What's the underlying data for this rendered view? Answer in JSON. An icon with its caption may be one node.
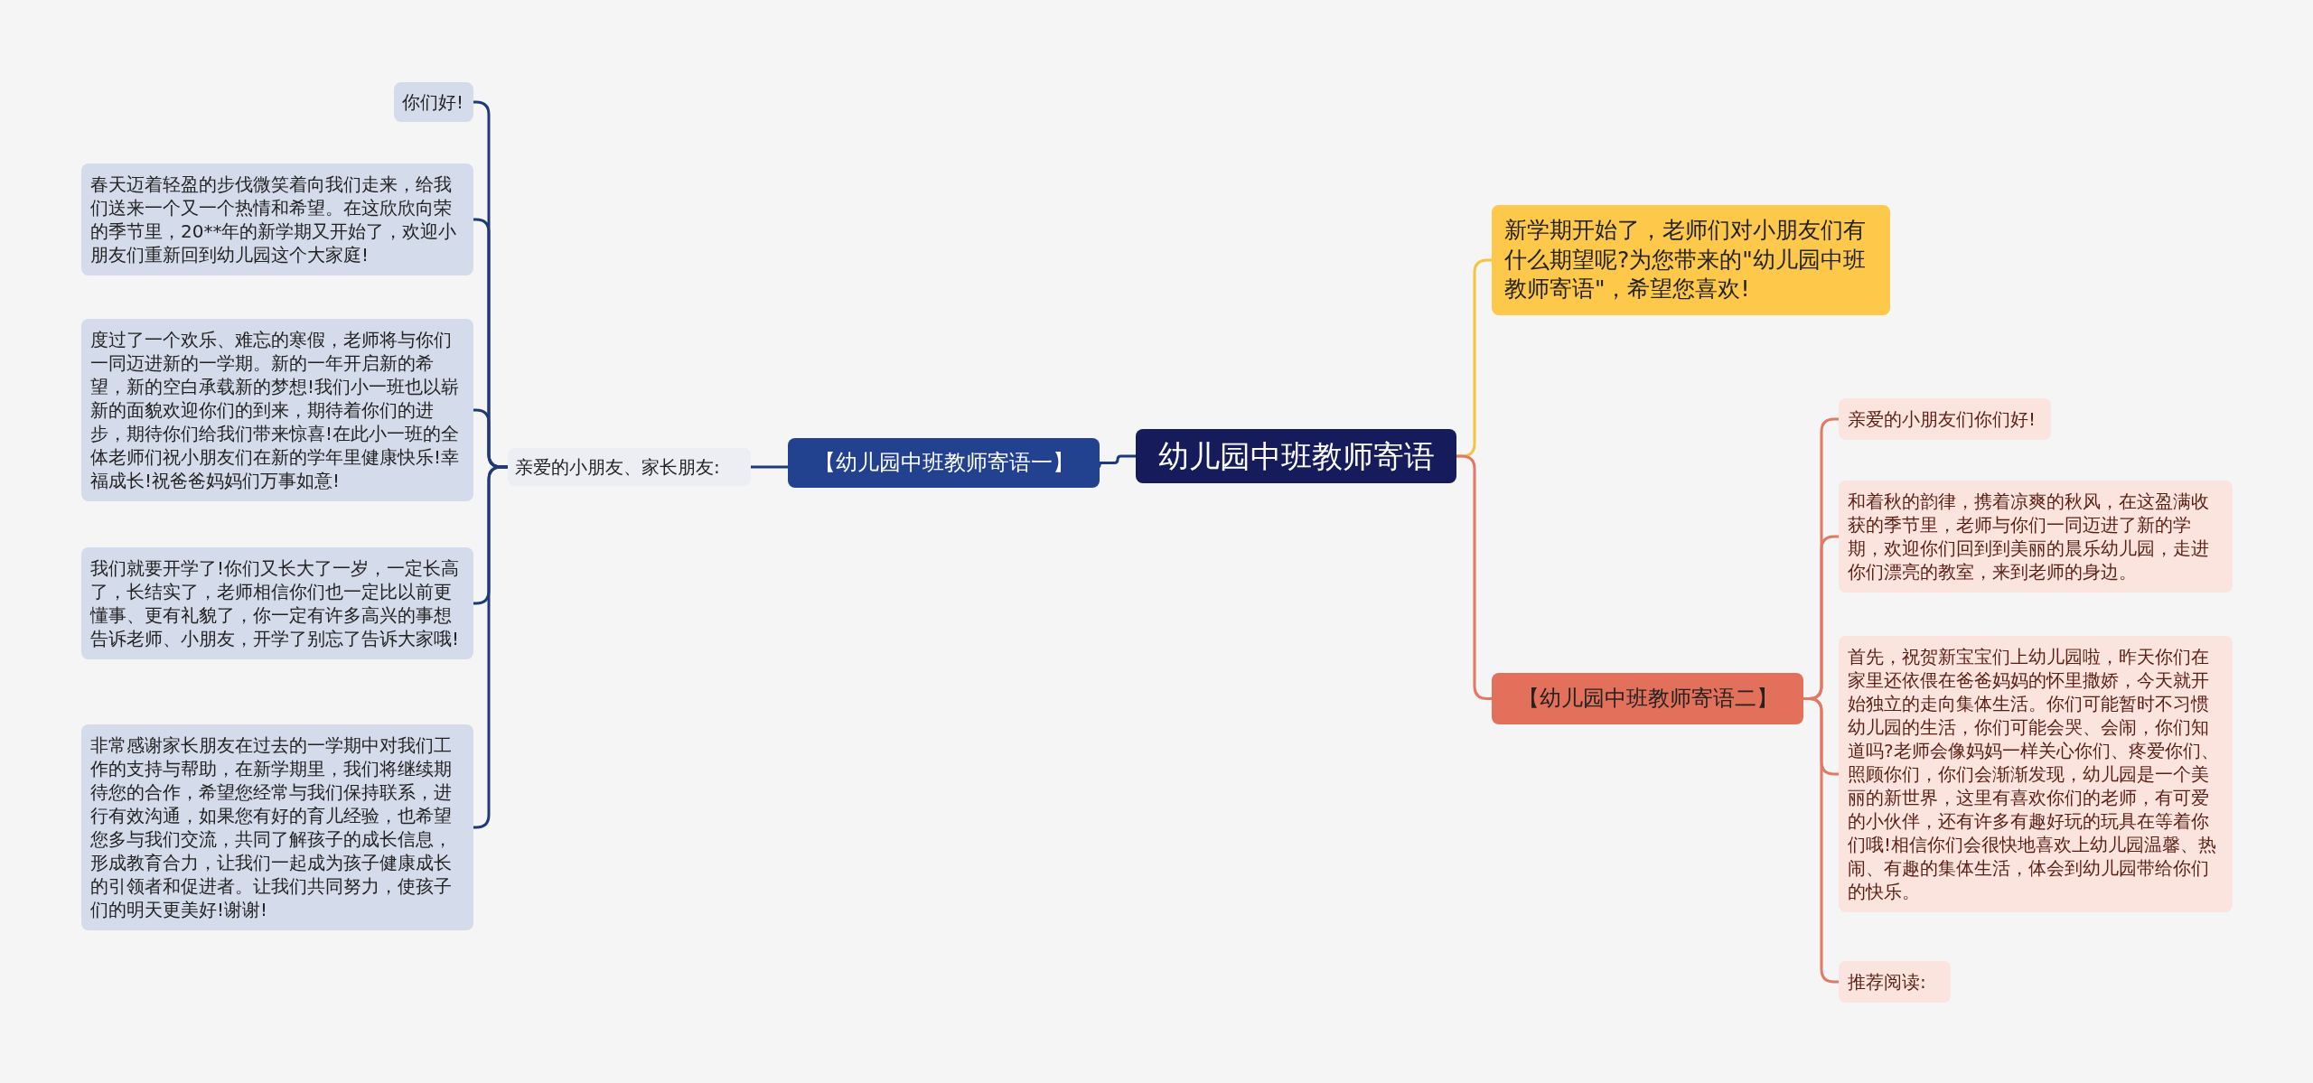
{
  "diagram": {
    "nodes": [
      {
        "text": [
          "幼儿园中班教师寄语"
        ]
      },
      {
        "text": [
          "新学期开始了，老师们对小朋友们有什么期望呢?为您带来的\"幼儿园中班教师寄语\"，希望您喜欢!"
        ]
      },
      {
        "text": [
          "【幼儿园中班教师寄语一】"
        ]
      },
      {
        "text": [
          "亲爱的小朋友、家长朋友:"
        ]
      },
      {
        "text": [
          "你们好!"
        ]
      },
      {
        "text": [
          "春天迈着轻盈的步伐微笑着向我们走来，给我们送来一个又一个热情和希望。在这欣欣向荣的季节里，20**年的新学期又开始了，欢迎小朋友们重新回到幼儿园这个大家庭!"
        ]
      },
      {
        "text": [
          "度过了一个欢乐、难忘的寒假，老师将与你们一同迈进新的一学期。新的一年开启新的希望，新的空白承载新的梦想!我们小一班也以崭新的面貌欢迎你们的到来，期待着你们的进步，期待你们给我们带来惊喜!在此小一班的全体老师们祝小朋友们在新的学年里健康快乐!幸福成长!祝爸爸妈妈们万事如意!"
        ]
      },
      {
        "text": [
          "我们就要开学了!你们又长大了一岁，一定长高了，长结实了，老师相信你们也一定比以前更懂事、更有礼貌了，你一定有许多高兴的事想告诉老师、小朋友，开学了别忘了告诉大家哦!"
        ]
      },
      {
        "text": [
          "非常感谢家长朋友在过去的一学期中对我们工作的支持与帮助，在新学期里，我们将继续期待您的合作，希望您经常与我们保持联系，进行有效沟通，如果您有好的育儿经验，也希望您多与我们交流，共同了解孩子的成长信息，形成教育合力，让我们一起成为孩子健康成长的引领者和促进者。让我们共同努力，使孩子们的明天更美好!谢谢!"
        ]
      },
      {
        "text": [
          "【幼儿园中班教师寄语二】"
        ]
      },
      {
        "text": [
          "亲爱的小朋友们你们好!"
        ]
      },
      {
        "text": [
          "和着秋的韵律，携着凉爽的秋风，在这盈满收获的季节里，老师与你们一同迈进了新的学期，欢迎你们回到到美丽的晨乐幼儿园，走进你们漂亮的教室，来到老师的身边。"
        ]
      },
      {
        "text": [
          "首先，祝贺新宝宝们上幼儿园啦，昨天你们在家里还依偎在爸爸妈妈的怀里撒娇，今天就开始独立的走向集体生活。你们可能暂时不习惯幼儿园的生活，你们可能会哭、会闹，你们知道吗?老师会像妈妈一样关心你们、疼爱你们、照顾你们，你们会渐渐发现，幼儿园是一个美丽的新世界，这里有喜欢你们的老师，有可爱的小伙伴，还有许多有趣好玩的玩具在等着你们哦!相信你们会很快地喜欢上幼儿园温馨、热闹、有趣的集体生活，体会到幼儿园带给你们的快乐。"
        ]
      },
      {
        "text": [
          "推荐阅读:"
        ]
      }
    ],
    "edges": [
      {
        "from": 0,
        "to": 1,
        "arrow": "none",
        "color": "#f5c342"
      },
      {
        "from": 0,
        "to": 2,
        "arrow": "none"
      },
      {
        "from": 0,
        "to": 9,
        "arrow": "none",
        "color": "#e07a64"
      },
      {
        "from": 2,
        "to": 3,
        "arrow": "none"
      },
      {
        "from": 3,
        "to": 4,
        "arrow": "none"
      },
      {
        "from": 3,
        "to": 5,
        "arrow": "none"
      },
      {
        "from": 3,
        "to": 6,
        "arrow": "none"
      },
      {
        "from": 3,
        "to": 7,
        "arrow": "none"
      },
      {
        "from": 3,
        "to": 8,
        "arrow": "none"
      },
      {
        "from": 9,
        "to": 10,
        "arrow": "none",
        "color": "#e07a64"
      },
      {
        "from": 9,
        "to": 11,
        "arrow": "none",
        "color": "#e07a64"
      },
      {
        "from": 9,
        "to": 12,
        "arrow": "none",
        "color": "#e07a64"
      },
      {
        "from": 9,
        "to": 13,
        "arrow": "none",
        "color": "#e07a64"
      }
    ]
  }
}
